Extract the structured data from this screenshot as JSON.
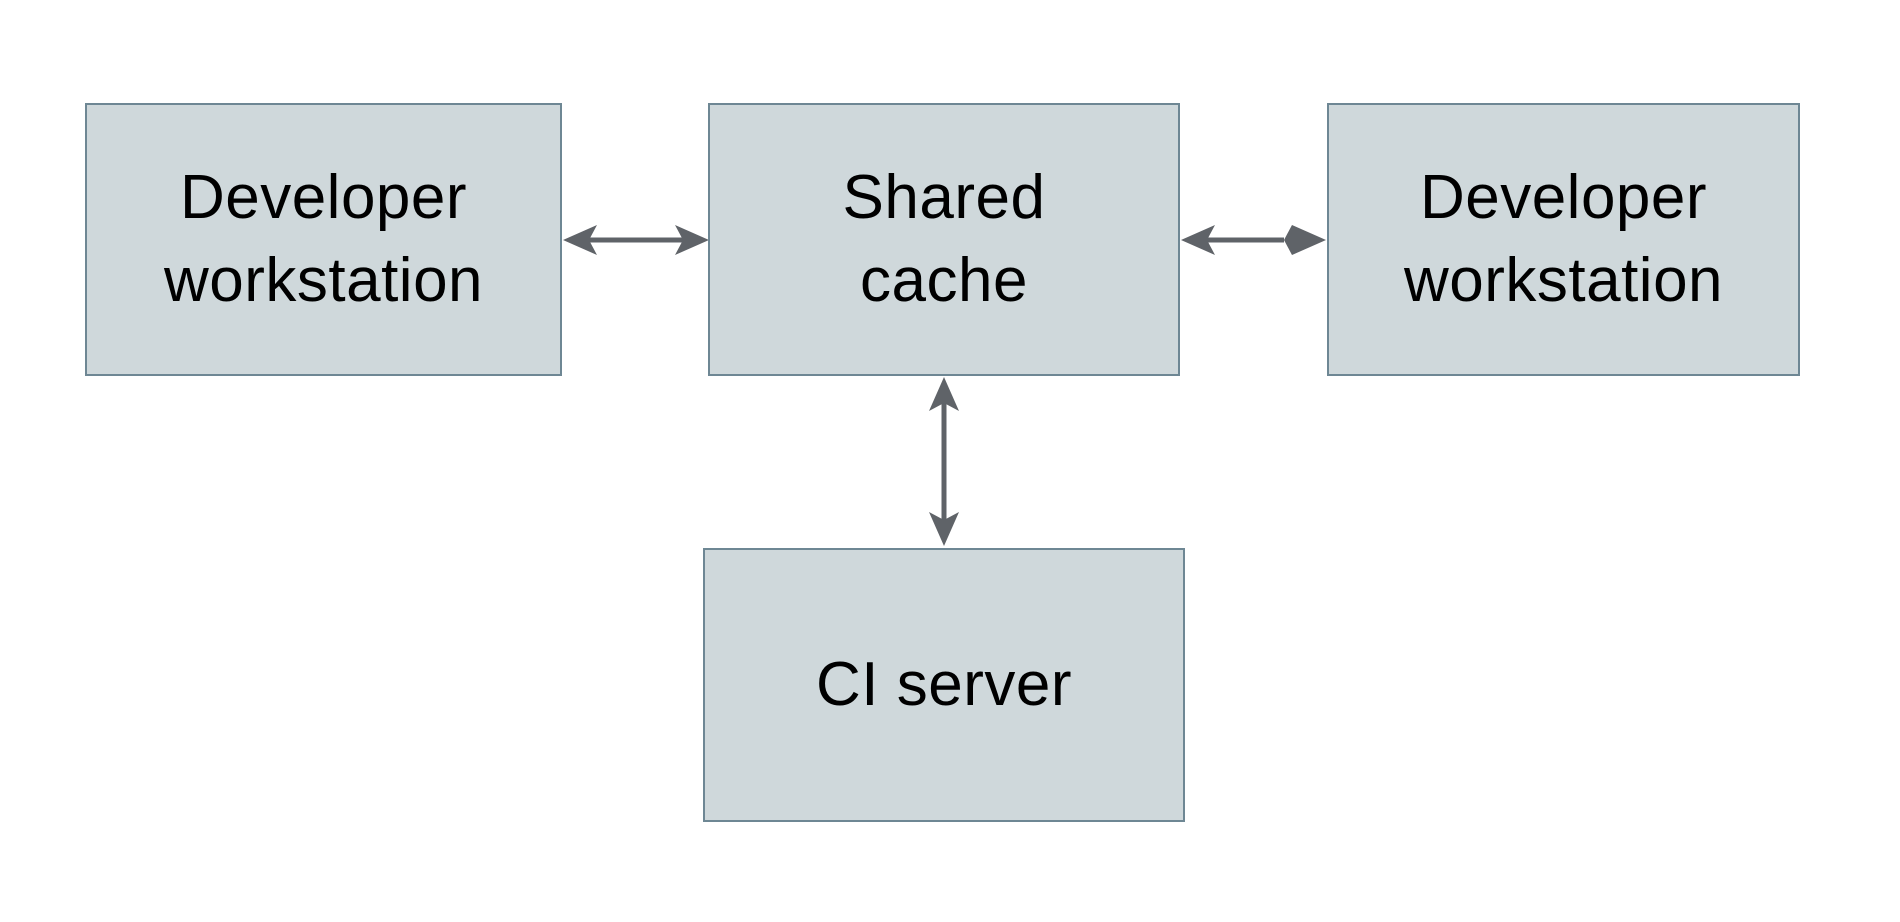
{
  "colors": {
    "canvas_bg": "#ffffff",
    "node_fill": "#cfd8db",
    "node_border": "#6e8794",
    "arrow_color": "#5f6368",
    "text_color": "#000000"
  },
  "diagram": {
    "type": "architecture-diagram",
    "nodes": [
      {
        "id": "developer-workstation-left",
        "label": "Developer\nworkstation"
      },
      {
        "id": "shared-cache",
        "label": "Shared\ncache"
      },
      {
        "id": "developer-workstation-right",
        "label": "Developer\nworkstation"
      },
      {
        "id": "ci-server",
        "label": "CI server"
      }
    ],
    "edges": [
      {
        "from": "developer-workstation-left",
        "to": "shared-cache",
        "direction": "bidirectional"
      },
      {
        "from": "shared-cache",
        "to": "developer-workstation-right",
        "direction": "bidirectional"
      },
      {
        "from": "shared-cache",
        "to": "ci-server",
        "direction": "bidirectional"
      }
    ]
  }
}
